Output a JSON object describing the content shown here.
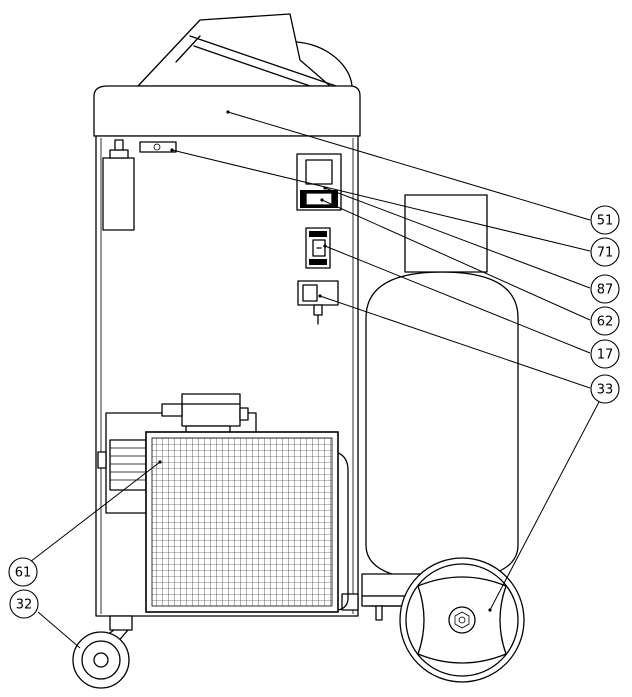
{
  "callouts": [
    {
      "id": "51",
      "label": "51"
    },
    {
      "id": "71",
      "label": "71"
    },
    {
      "id": "87",
      "label": "87"
    },
    {
      "id": "62",
      "label": "62"
    },
    {
      "id": "17",
      "label": "17"
    },
    {
      "id": "33",
      "label": "33"
    },
    {
      "id": "61",
      "label": "61"
    },
    {
      "id": "32",
      "label": "32"
    }
  ]
}
